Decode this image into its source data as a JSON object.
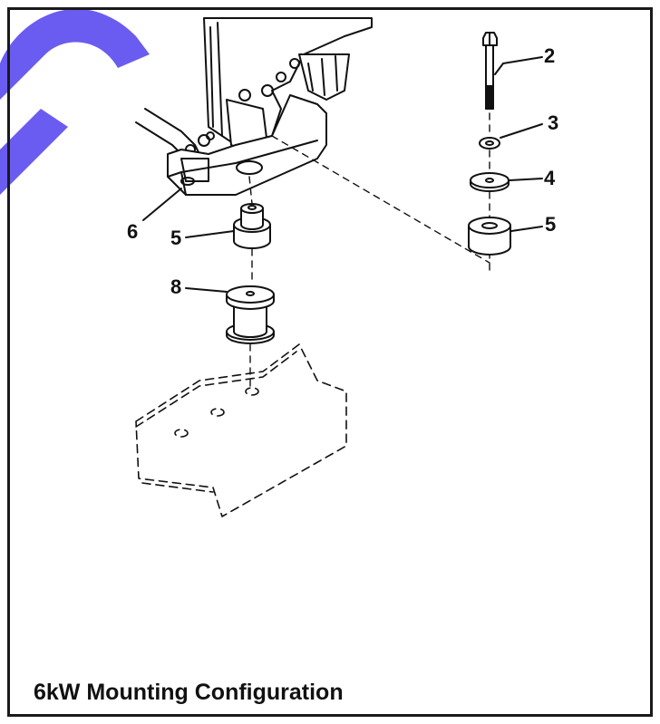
{
  "caption": "6kW Mounting Configuration",
  "callouts": {
    "bolt": "2",
    "lock_washer": "3",
    "flat_washer": "4",
    "isolator_right": "5",
    "isolator_left": "5",
    "generator_foot": "6",
    "mount_pad": "8"
  },
  "colors": {
    "line": "#111111",
    "frame": "#1a1a1a",
    "watermark": "#6a5cf0"
  }
}
